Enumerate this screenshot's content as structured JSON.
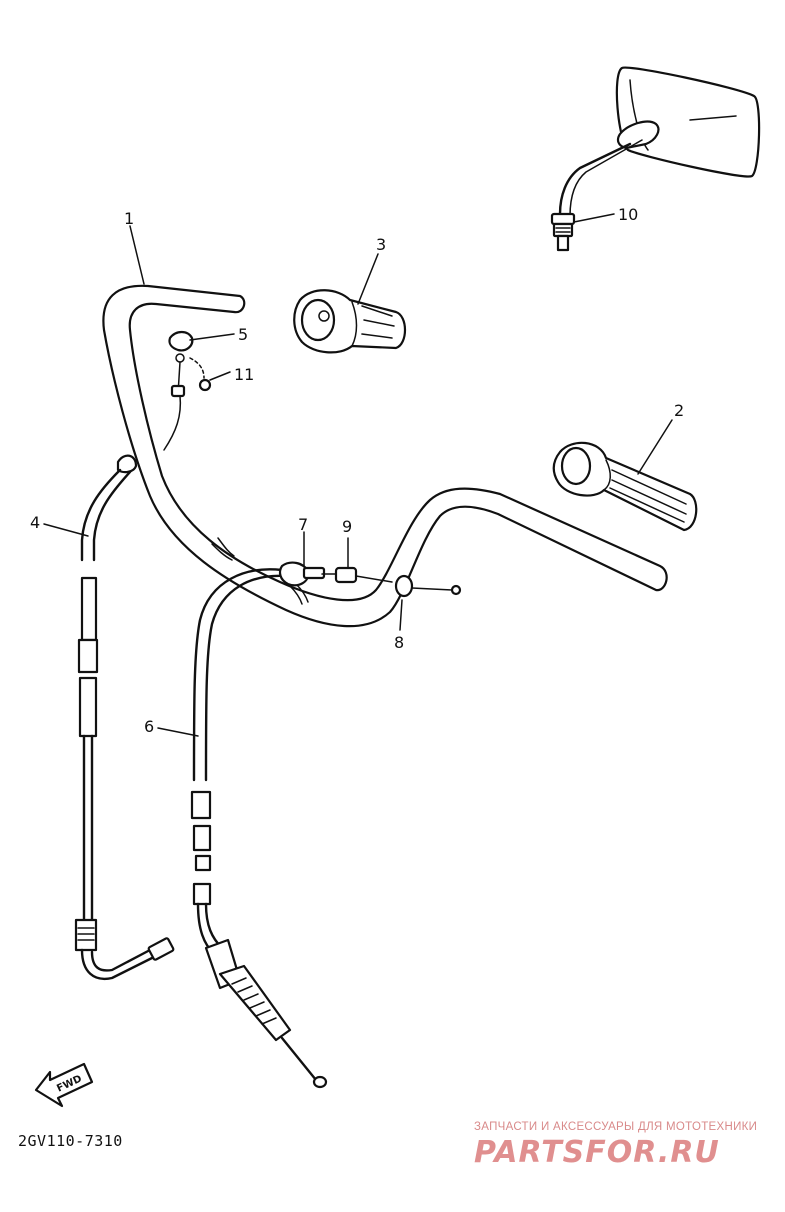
{
  "callouts": {
    "c1": "1",
    "c2": "2",
    "c3": "3",
    "c4": "4",
    "c5": "5",
    "c6": "6",
    "c7": "7",
    "c8": "8",
    "c9": "9",
    "c10": "10",
    "c11": "11"
  },
  "fwd_label": "FWD",
  "diagram_code": "2GV110-7310",
  "watermark": {
    "tagline": "ЗАПЧАСТИ И АКСЕССУАРЫ ДЛЯ МОТОТЕХНИКИ",
    "logo": "PARTSFOR.RU"
  },
  "colors": {
    "line": "#111111",
    "watermark": "#e08f8f"
  }
}
